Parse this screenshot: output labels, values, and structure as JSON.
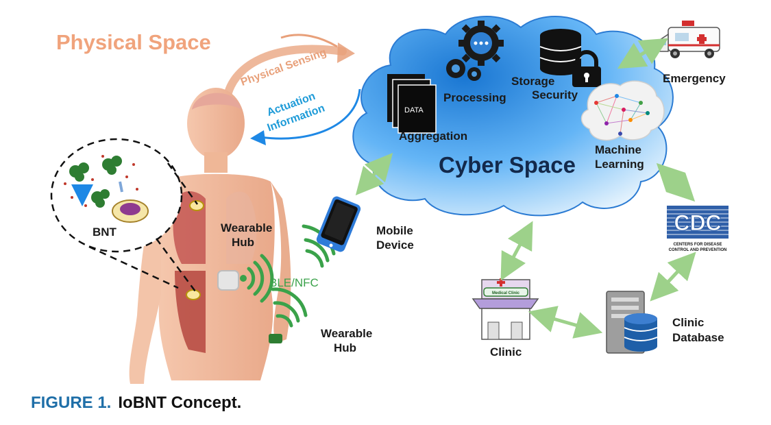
{
  "physical_space_title": "Physical Space",
  "cyber_space_title": "Cyber Space",
  "arrows": {
    "physical_sensing": "Physical Sensing",
    "actuation_line1": "Actuation",
    "actuation_line2": "Information"
  },
  "cloud": {
    "aggregation": "Aggregation",
    "data": "DATA",
    "processing": "Processing",
    "storage_security_line1": "Storage",
    "storage_security_line2": "Security",
    "ml_line1": "Machine",
    "ml_line2": "Learning"
  },
  "nodes": {
    "emergency": "Emergency",
    "cdc_logo": "CDC",
    "cdc_sub1": "CENTERS FOR DISEASE",
    "cdc_sub2": "CONTROL AND PREVENTION",
    "clinic": "Clinic",
    "clinic_sign": "Medical Clinic",
    "clinic_db_line1": "Clinic",
    "clinic_db_line2": "Database",
    "mobile_line1": "Mobile",
    "mobile_line2": "Device",
    "ble_nfc": "BLE/NFC",
    "wearable_hub_top_line1": "Wearable",
    "wearable_hub_top_line2": "Hub",
    "wearable_hub_wrist_line1": "Wearable",
    "wearable_hub_wrist_line2": "Hub",
    "bnt": "BNT"
  },
  "caption": {
    "label": "FIGURE 1.",
    "text": "IoBNT Concept."
  },
  "colors": {
    "physical_title": "#f0a37c",
    "cyber_title": "#13294b",
    "cloud_blue": "#1e88e5",
    "arrow_green": "#9dd18a",
    "signal_green": "#3aa24a",
    "caption_blue": "#1f6fa8",
    "skin": "#f2c2a6",
    "organ_red": "#c0504d"
  }
}
